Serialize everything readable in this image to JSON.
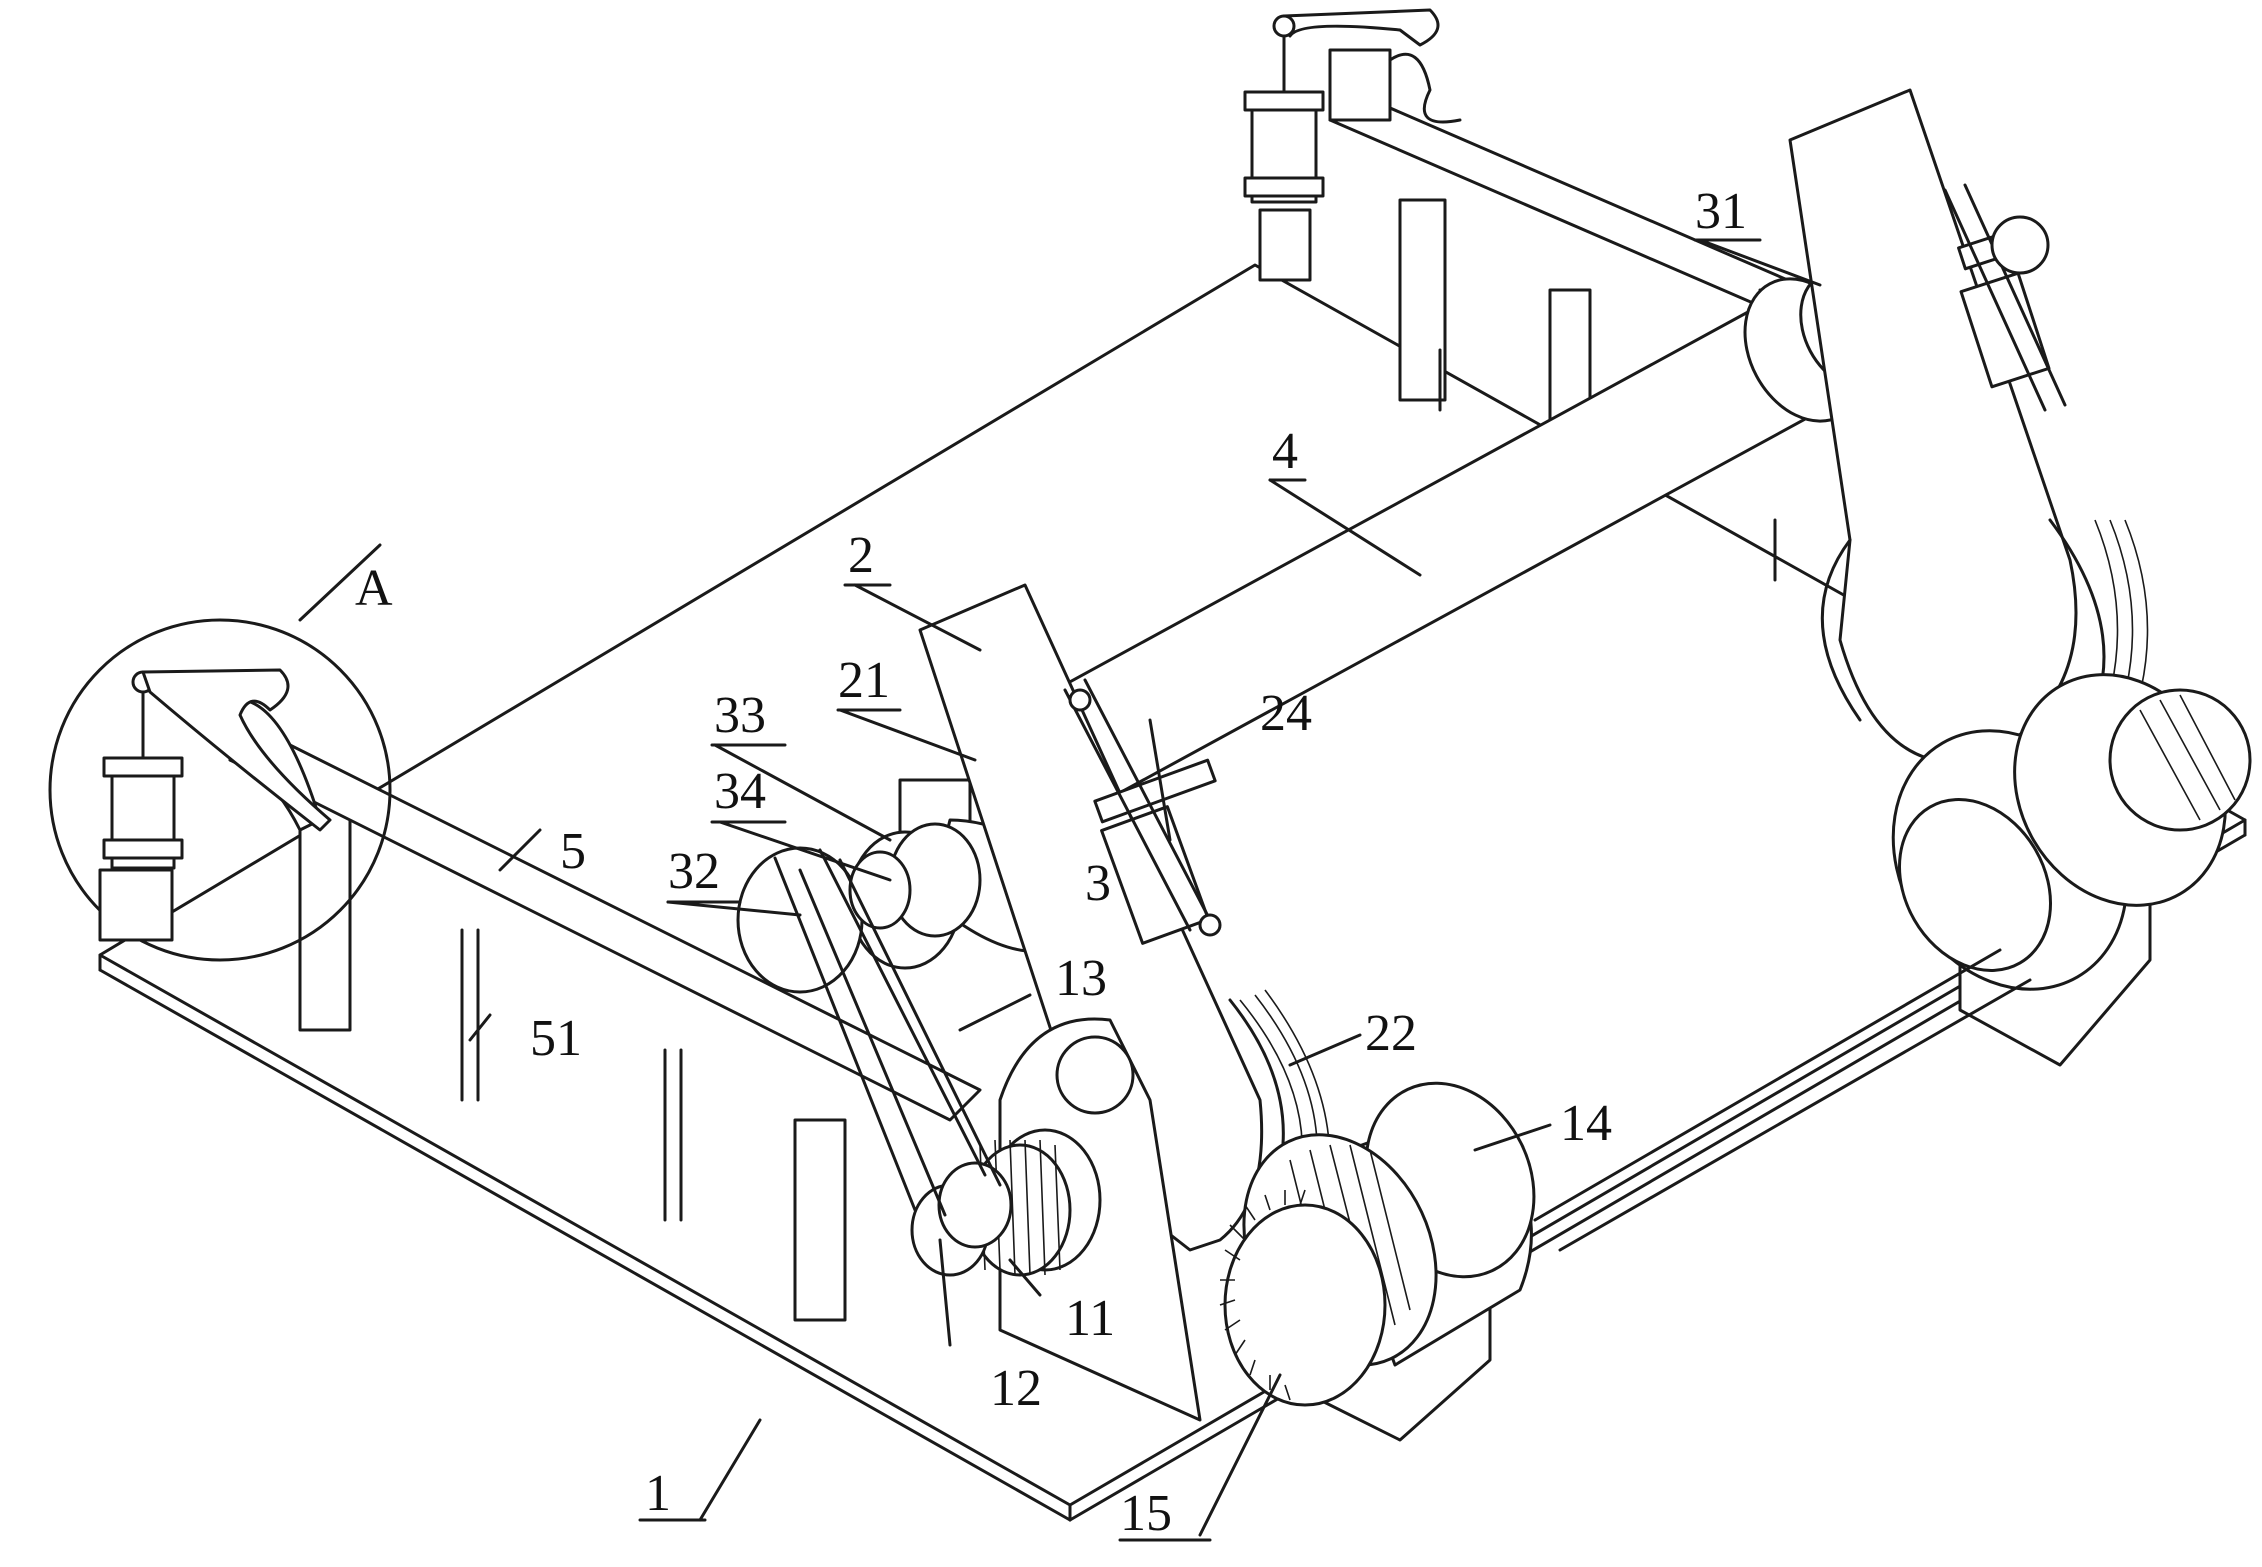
{
  "labels": {
    "n1": "1",
    "n2": "2",
    "n3": "3",
    "n4": "4",
    "n5": "5",
    "n11": "11",
    "n12": "12",
    "n13": "13",
    "n14": "14",
    "n15": "15",
    "n21": "21",
    "n22": "22",
    "n24": "24",
    "n31": "31",
    "n32": "32",
    "n33": "33",
    "n34": "34",
    "n51": "51",
    "detailA": "A"
  },
  "style": {
    "line_color": "#1a1a1a",
    "background": "#ffffff"
  }
}
